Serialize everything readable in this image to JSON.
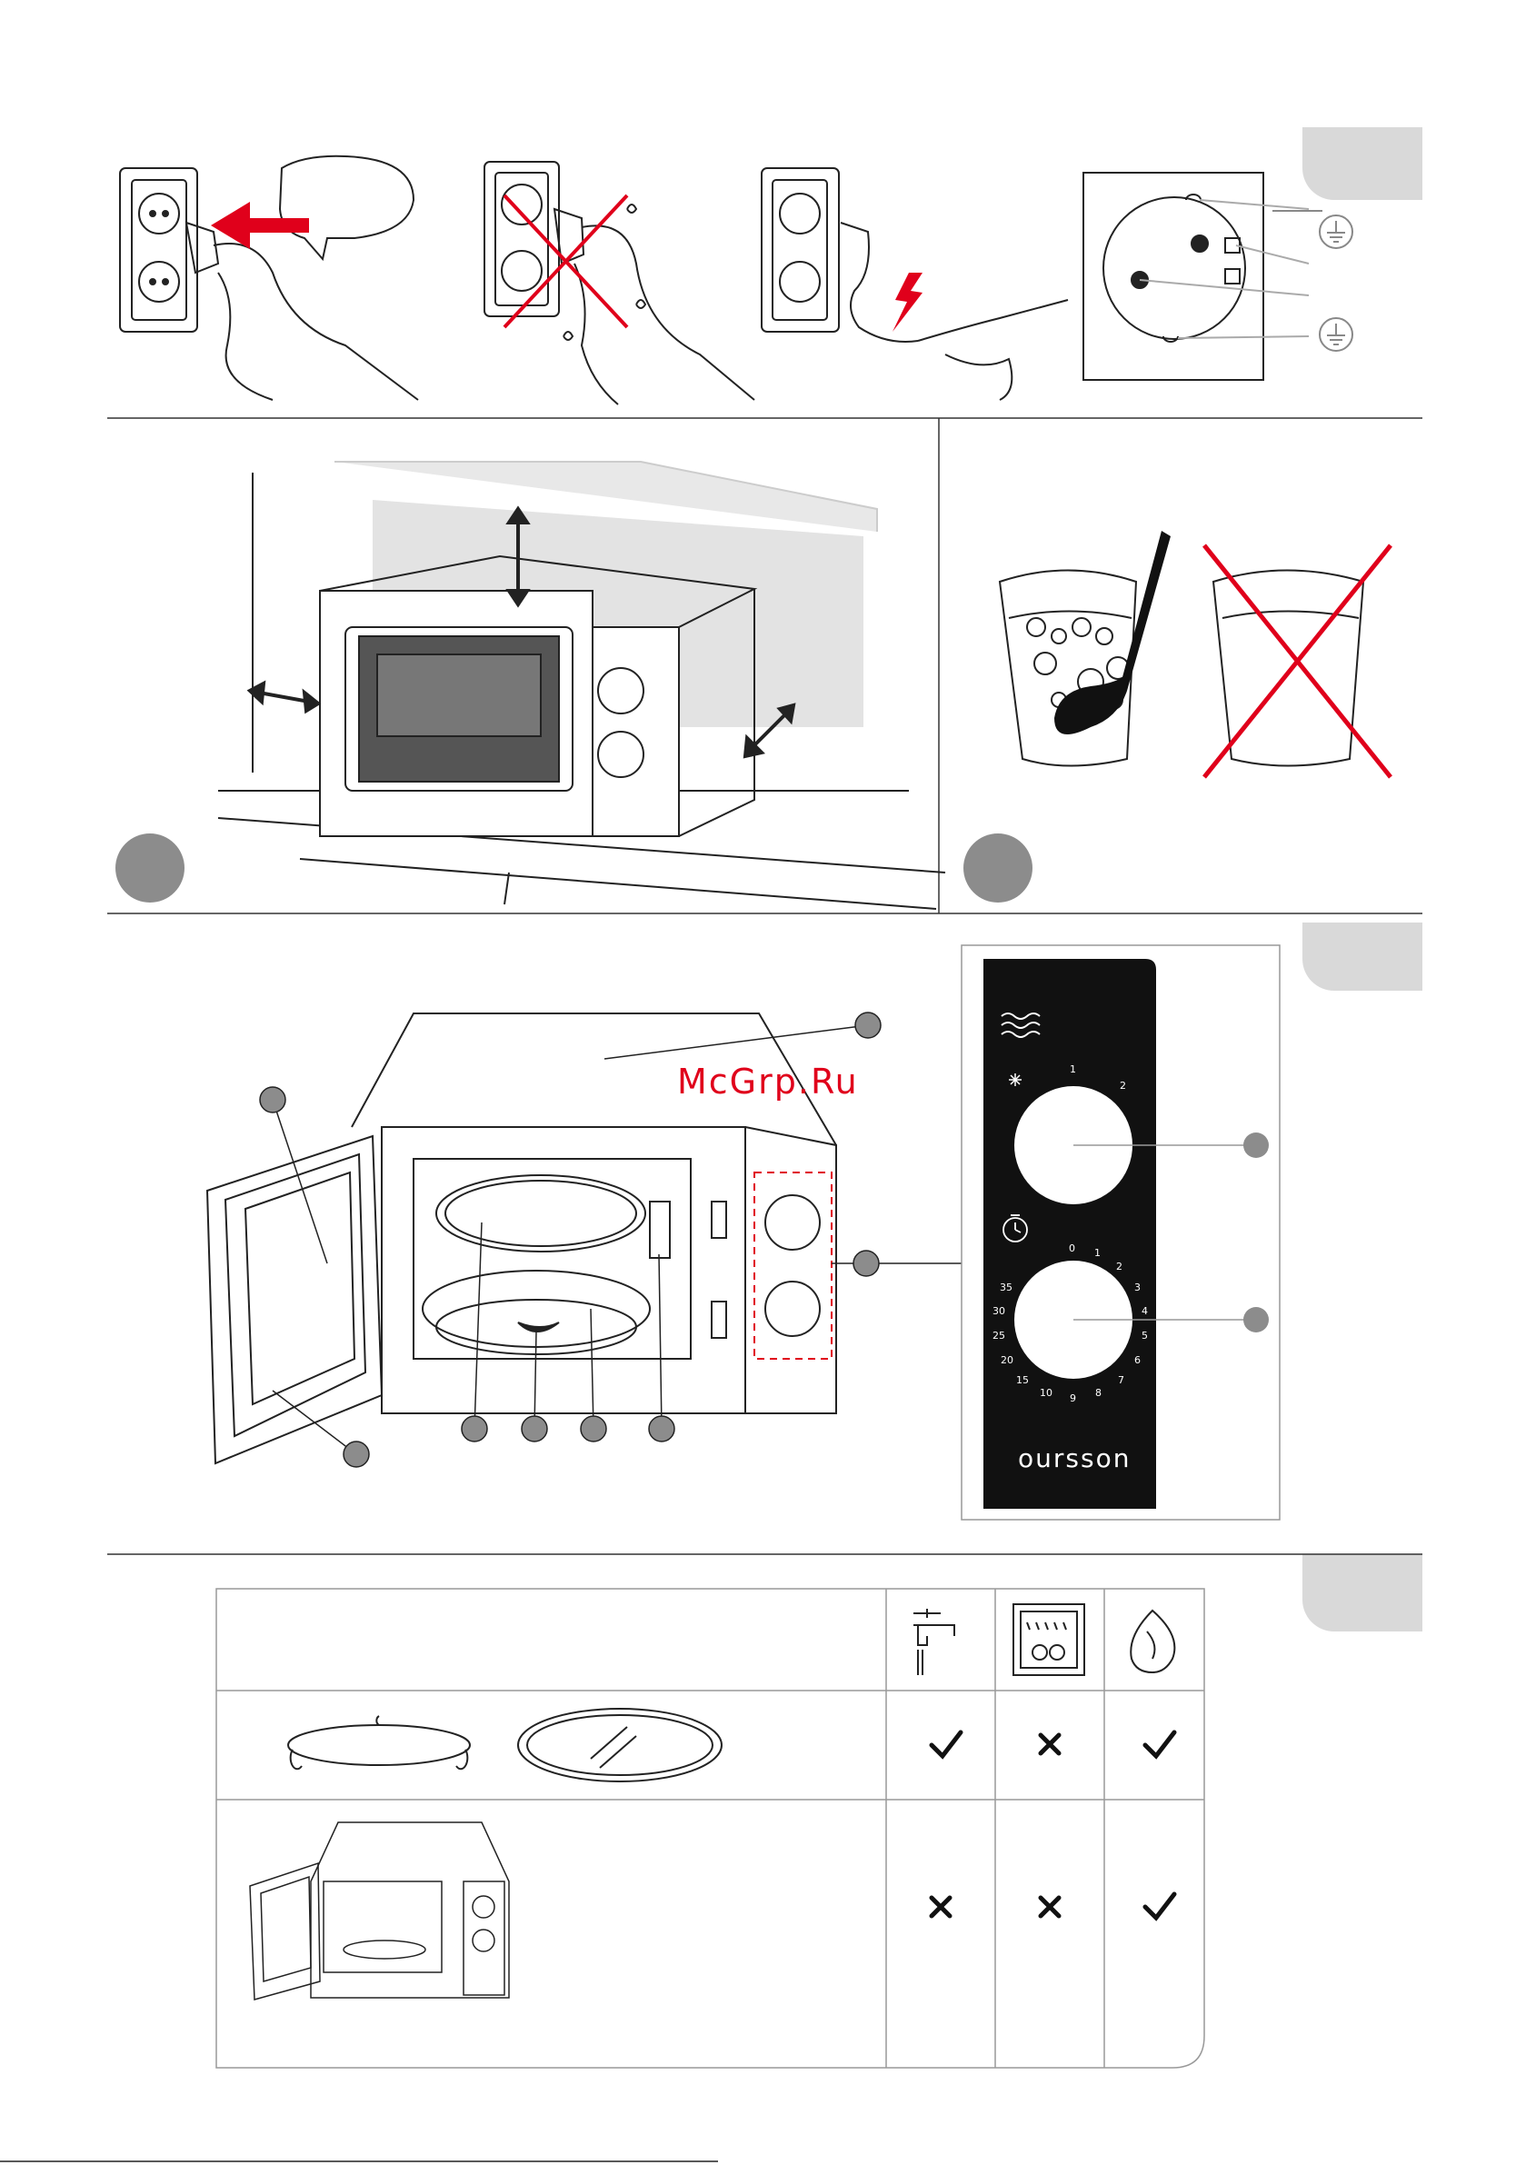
{
  "watermark": "McGrp.Ru",
  "control_panel": {
    "brand": "oursson",
    "power_knob_marks": [
      "1",
      "2"
    ],
    "timer_knob_marks": [
      "0",
      "1",
      "2",
      "3",
      "4",
      "5",
      "6",
      "7",
      "8",
      "9",
      "10",
      "15",
      "20",
      "25",
      "30",
      "35"
    ]
  },
  "care_table": {
    "header_icons": [
      "tap-water-icon",
      "dishwasher-icon",
      "soft-cloth-icon"
    ],
    "rows": [
      {
        "item": "turntable-ring-and-glass-tray",
        "marks": [
          "check",
          "cross",
          "check"
        ]
      },
      {
        "item": "microwave-body",
        "marks": [
          "cross",
          "cross",
          "check"
        ]
      }
    ]
  },
  "colors": {
    "prohibit": "#e0001b",
    "arrow": "#e0001b",
    "tab": "#d9d9d9",
    "badge": "#8c8c8c",
    "panel": "#111111"
  }
}
